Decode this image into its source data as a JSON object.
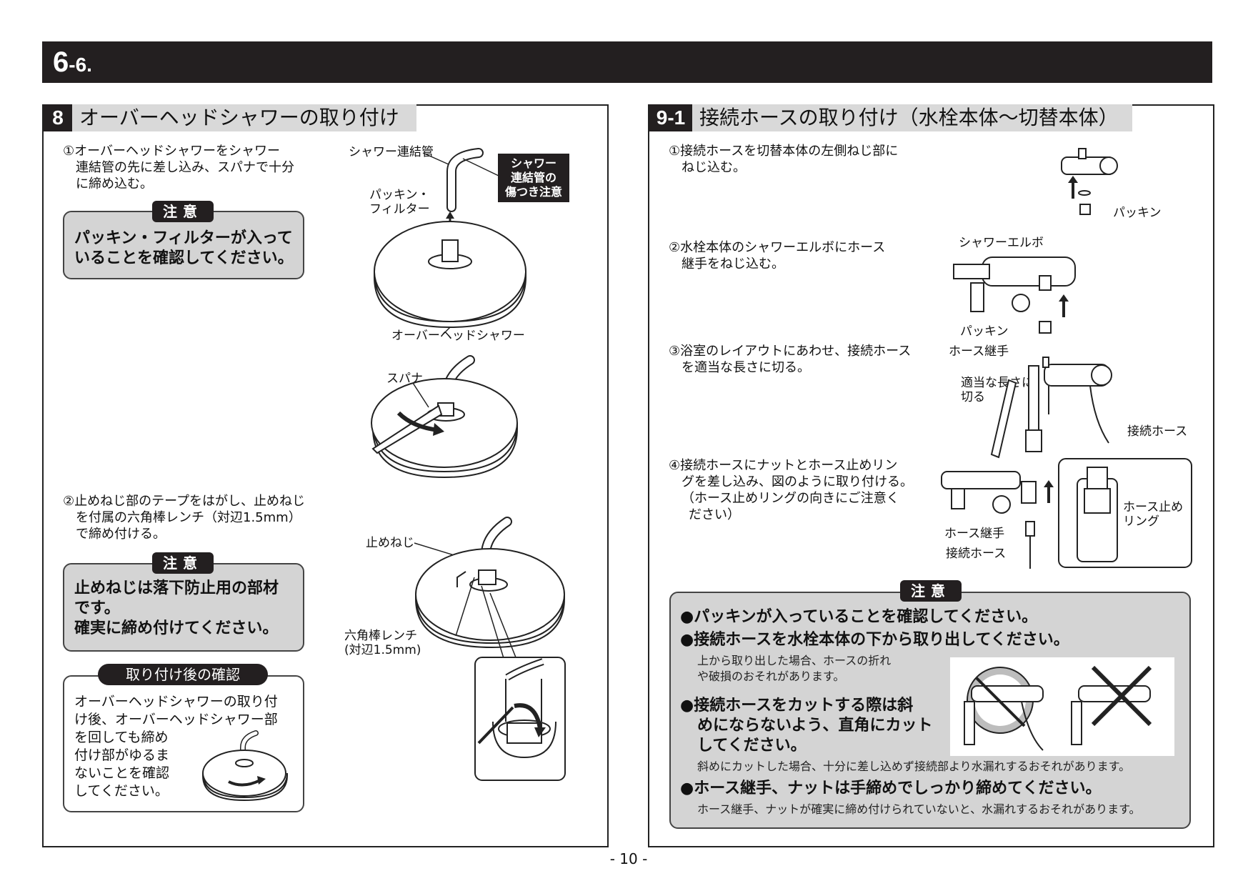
{
  "header": {
    "number": "6",
    "sub": "-6."
  },
  "left": {
    "section_num": "8",
    "section_title": "オーバーヘッドシャワーの取り付け",
    "step1": [
      "①オーバーヘッドシャワーをシャワー",
      "連結管の先に差し込み、スパナで十分",
      "に締め込む。"
    ],
    "note1_label": "注意",
    "note1_text": [
      "パッキン・フィルターが入って",
      "いることを確認してください。"
    ],
    "labels": {
      "shower_pipe": "シャワー連結管",
      "warning_tag": [
        "シャワー",
        "連結管の",
        "傷つき注意"
      ],
      "packing_filter": [
        "パッキン・",
        "フィルター"
      ],
      "overhead_shower": "オーバーヘッドシャワー",
      "spanner": "スパナ",
      "set_screw": "止めねじ",
      "hex_wrench": [
        "六角棒レンチ",
        "(対辺1.5mm)"
      ]
    },
    "step2": [
      "②止めねじ部のテープをはがし、止めねじ",
      "を付属の六角棒レンチ（対辺1.5mm）",
      "で締め付ける。"
    ],
    "note2_label": "注意",
    "note2_text": [
      "止めねじは落下防止用の部材",
      "です。",
      "確実に締め付けてください。"
    ],
    "check_label": "取り付け後の確認",
    "check_text": [
      "オーバーヘッドシャワーの取り付",
      "け後、オーバーヘッドシャワー部",
      "を回しても締め",
      "付け部がゆるま",
      "ないことを確認",
      "してください。"
    ]
  },
  "right": {
    "section_num": "9-1",
    "section_title": "接続ホースの取り付け（水栓本体〜切替本体）",
    "step1": [
      "①接続ホースを切替本体の左側ねじ部に",
      "ねじ込む。"
    ],
    "step2": [
      "②水栓本体のシャワーエルボにホース",
      "継手をねじ込む。"
    ],
    "step3": [
      "③浴室のレイアウトにあわせ、接続ホース",
      "を適当な長さに切る。"
    ],
    "step4": [
      "④接続ホースにナットとホース止めリン",
      "グを差し込み、図のように取り付ける。",
      "（ホース止めリングの向きにご注意く",
      "ださい）"
    ],
    "labels": {
      "packing": "パッキン",
      "shower_elbow": "シャワーエルボ",
      "packing2": "パッキン",
      "hose_joint": "ホース継手",
      "cut_length": [
        "適当な長さに",
        "切る"
      ],
      "connect_hose": "接続ホース",
      "hose_joint2": "ホース継手",
      "connect_hose2": "接続ホース",
      "hose_ring": [
        "ホース止め",
        "リング"
      ]
    },
    "note_label": "注意",
    "bullets": [
      "●パッキンが入っていることを確認してください。",
      "●接続ホースを水栓本体の下から取り出してください。"
    ],
    "sub1": [
      "上から取り出した場合、ホースの折れ",
      "や破損のおそれがあります。"
    ],
    "bullet3": [
      "●接続ホースをカットする際は斜",
      "めにならないよう、直角にカット",
      "してください。"
    ],
    "sub2": "斜めにカットした場合、十分に差し込めず接続部より水漏れするおそれがあります。",
    "bullet4": "●ホース継手、ナットは手締めでしっかり締めてください。",
    "sub3": "ホース継手、ナットが確実に締め付けられていないと、水漏れするおそれがあります。"
  },
  "footer": {
    "page": "- 10 -"
  }
}
